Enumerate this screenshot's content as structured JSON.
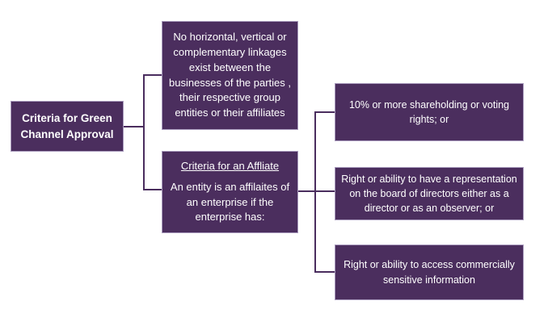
{
  "colors": {
    "box_fill": "#4b2e5e",
    "box_border": "#a99bbd",
    "connector": "#4a2d5e",
    "text": "#ffffff",
    "background": "#ffffff"
  },
  "diagram": {
    "root": {
      "label": "Criteria for Green Channel Approval"
    },
    "branches": [
      {
        "label": "No horizontal, vertical or complementary linkages exist between the businesses of the parties , their respective group entities or their affiliates"
      },
      {
        "title": "Criteria for an Affliate",
        "body": "An entity is an affilaites of an enterprise if the enterprise has:"
      }
    ],
    "criteria": [
      {
        "label": "10% or more shareholding or voting rights; or"
      },
      {
        "label": "Right or ability to have a representation on the board of directors either as a director or as an observer; or"
      },
      {
        "label": "Right or ability to access commercially sensitive information"
      }
    ]
  }
}
